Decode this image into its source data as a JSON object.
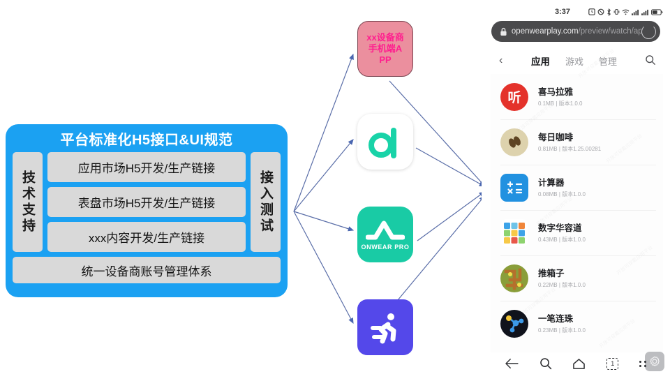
{
  "platform": {
    "title": "平台标准化H5接口&UI规范",
    "left_label": "技术支持",
    "right_label": "接入测试",
    "rows": [
      "应用市场H5开发/生产链接",
      "表盘市场H5开发/生产链接",
      "xxx内容开发/生产链接"
    ],
    "bottom_row": "统一设备商账号管理体系",
    "accent_color": "#1ba1f2",
    "pill_color": "#d9d9d9"
  },
  "tiles": [
    {
      "name": "vendor-mobile-app",
      "label": "xx设备商手机端APP",
      "bg": "#eb8f9e",
      "text_color": "#ff1f8f"
    },
    {
      "name": "a-logo-app",
      "label": "",
      "bg": "#ffffff",
      "text_color": "#19cba5"
    },
    {
      "name": "onwear-pro-app",
      "label": "ONWEAR PRO",
      "bg": "#19cba5",
      "text_color": "#ffffff"
    },
    {
      "name": "runner-app",
      "label": "",
      "bg": "#5448ea",
      "text_color": "#ffffff"
    }
  ],
  "phone": {
    "status": {
      "time": "3:37",
      "icons": [
        "alarm-icon",
        "mute-icon",
        "bluetooth-icon",
        "vibrate-icon",
        "wifi-icon",
        "signal-icon",
        "signal-icon",
        "battery-icon"
      ]
    },
    "browser": {
      "lock": "lock-icon",
      "url_strong": "openwearplay.com",
      "url_dim": "/preview/watch/ap",
      "reload": "reload-icon"
    },
    "store": {
      "back": "‹",
      "tabs": [
        {
          "label": "应用",
          "active": true
        },
        {
          "label": "游戏",
          "active": false
        },
        {
          "label": "管理",
          "active": false
        }
      ],
      "search": "search-icon",
      "apps": [
        {
          "name": "喜马拉雅",
          "size": "0.1MB",
          "version": "版本1.0.0",
          "icon": "ximalaya-icon"
        },
        {
          "name": "每日咖啡",
          "size": "0.81MB",
          "version": "版本1.25.00281",
          "icon": "coffee-icon"
        },
        {
          "name": "计算器",
          "size": "0.08MB",
          "version": "版本1.0.0",
          "icon": "calculator-icon"
        },
        {
          "name": "数字华容道",
          "size": "0.43MB",
          "version": "版本1.0.0",
          "icon": "number-puzzle-icon"
        },
        {
          "name": "推箱子",
          "size": "0.22MB",
          "version": "版本1.0.0",
          "icon": "sokoban-icon"
        },
        {
          "name": "一笔连珠",
          "size": "0.23MB",
          "version": "版本1.0.0",
          "icon": "connect-dots-icon"
        }
      ],
      "separator": "|",
      "fab": "settings-gear-icon"
    },
    "navbar": {
      "back": "back-arrow-icon",
      "search": "search-icon",
      "home": "home-icon",
      "tabs_count": "1",
      "menu": "grid-menu-icon"
    }
  }
}
